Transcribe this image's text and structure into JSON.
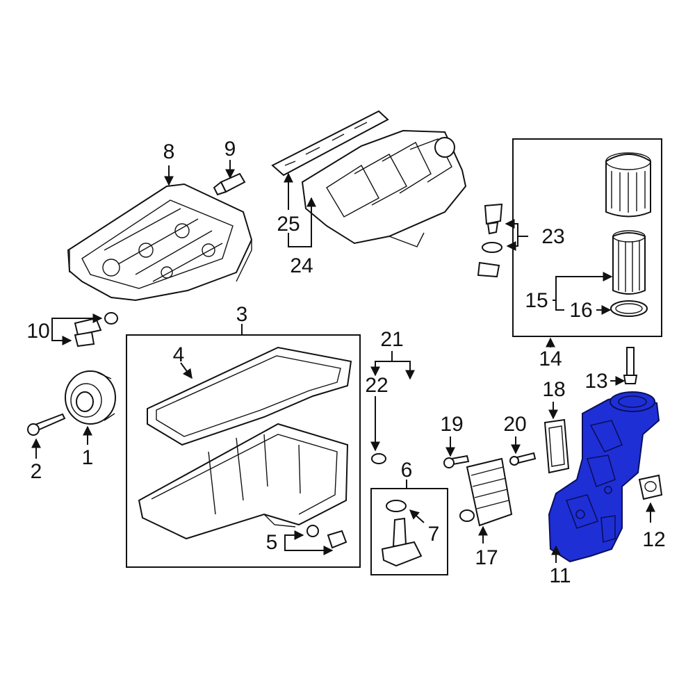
{
  "callouts": {
    "c1": "1",
    "c2": "2",
    "c3": "3",
    "c4": "4",
    "c5": "5",
    "c6": "6",
    "c7": "7",
    "c8": "8",
    "c9": "9",
    "c10": "10",
    "c11": "11",
    "c12": "12",
    "c13": "13",
    "c14": "14",
    "c15": "15",
    "c16": "16",
    "c17": "17",
    "c18": "18",
    "c19": "19",
    "c20": "20",
    "c21": "21",
    "c22": "22",
    "c23": "23",
    "c24": "24",
    "c25": "25"
  },
  "highlight": {
    "part": "11",
    "color": "#1f2fd6"
  }
}
